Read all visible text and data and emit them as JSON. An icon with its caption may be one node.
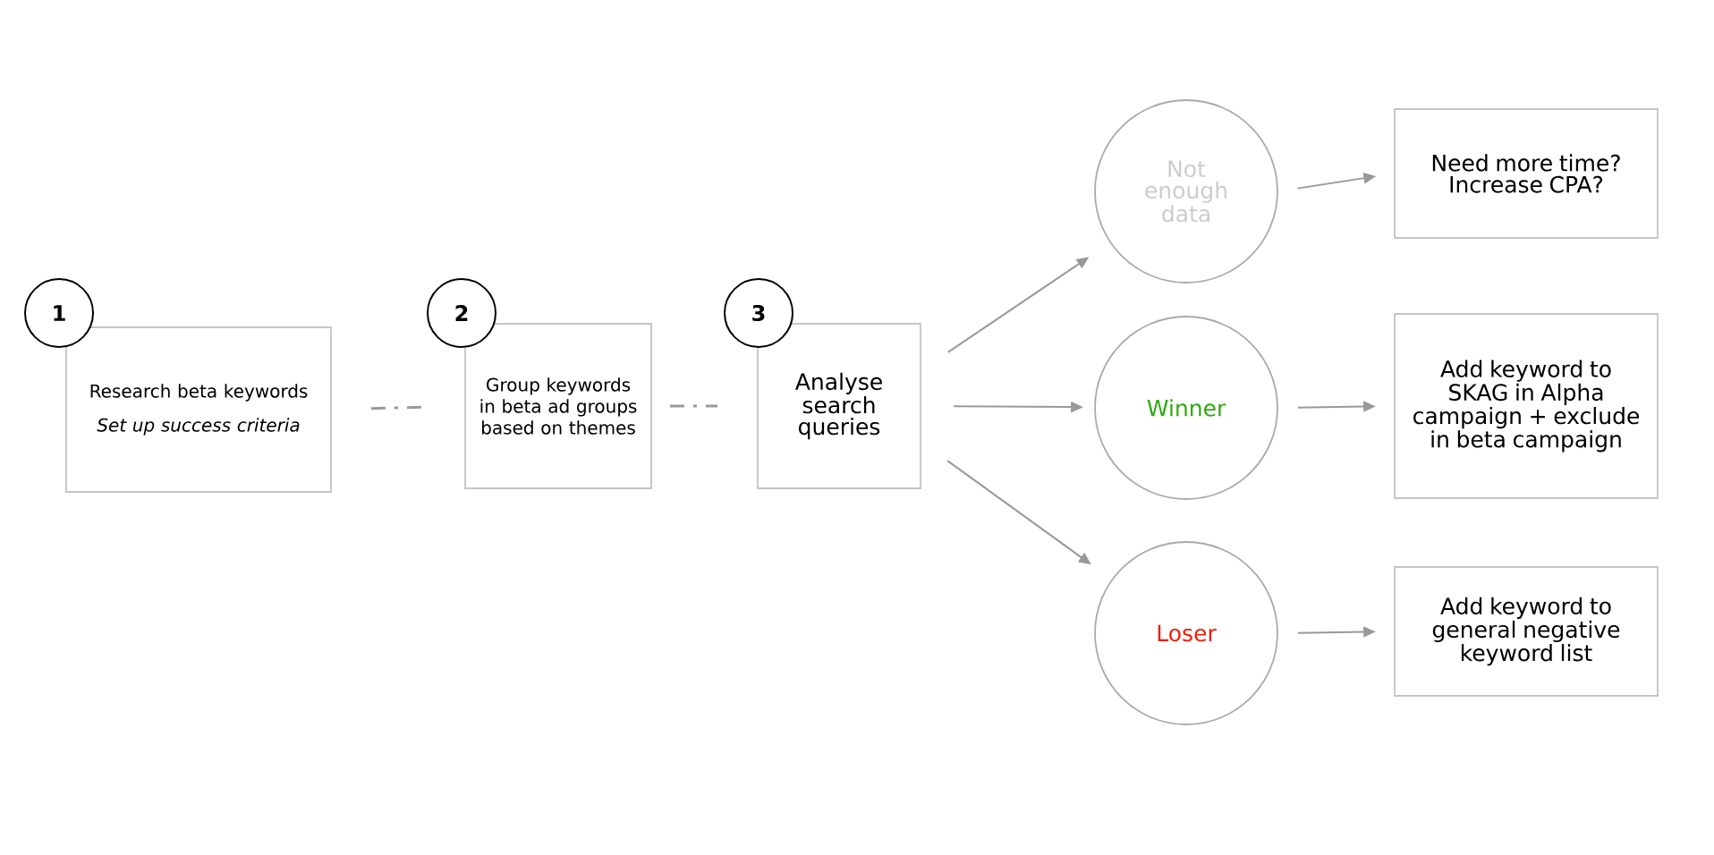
{
  "diagram": {
    "nodes": [
      {
        "text": [
          "1"
        ]
      },
      {
        "text": [
          "Research beta keywords",
          "Set up success criteria"
        ]
      },
      {
        "text": [
          "2"
        ]
      },
      {
        "text": [
          "Group keywords in beta ad groups based on themes"
        ]
      },
      {
        "text": [
          "3"
        ]
      },
      {
        "text": [
          "Analyse search queries"
        ]
      },
      {
        "text": [
          "Not enough data"
        ]
      },
      {
        "text": [
          "Need more time? Increase CPA?"
        ]
      },
      {
        "text": [
          "Winner"
        ]
      },
      {
        "text": [
          "Add keyword to SKAG in Alpha campaign + exclude in beta campaign"
        ]
      },
      {
        "text": [
          "Loser"
        ]
      },
      {
        "text": [
          "Add keyword to general negative keyword list"
        ]
      }
    ],
    "edges": [
      {
        "from": 1,
        "to": 3,
        "arrow": "none",
        "style": "dashed"
      },
      {
        "from": 3,
        "to": 5,
        "arrow": "none",
        "style": "dashed"
      },
      {
        "from": 5,
        "to": 6,
        "arrow": "to"
      },
      {
        "from": 5,
        "to": 8,
        "arrow": "to"
      },
      {
        "from": 5,
        "to": 10,
        "arrow": "to"
      },
      {
        "from": 6,
        "to": 7,
        "arrow": "to"
      },
      {
        "from": 8,
        "to": 9,
        "arrow": "to"
      },
      {
        "from": 10,
        "to": 11,
        "arrow": "to"
      }
    ]
  }
}
